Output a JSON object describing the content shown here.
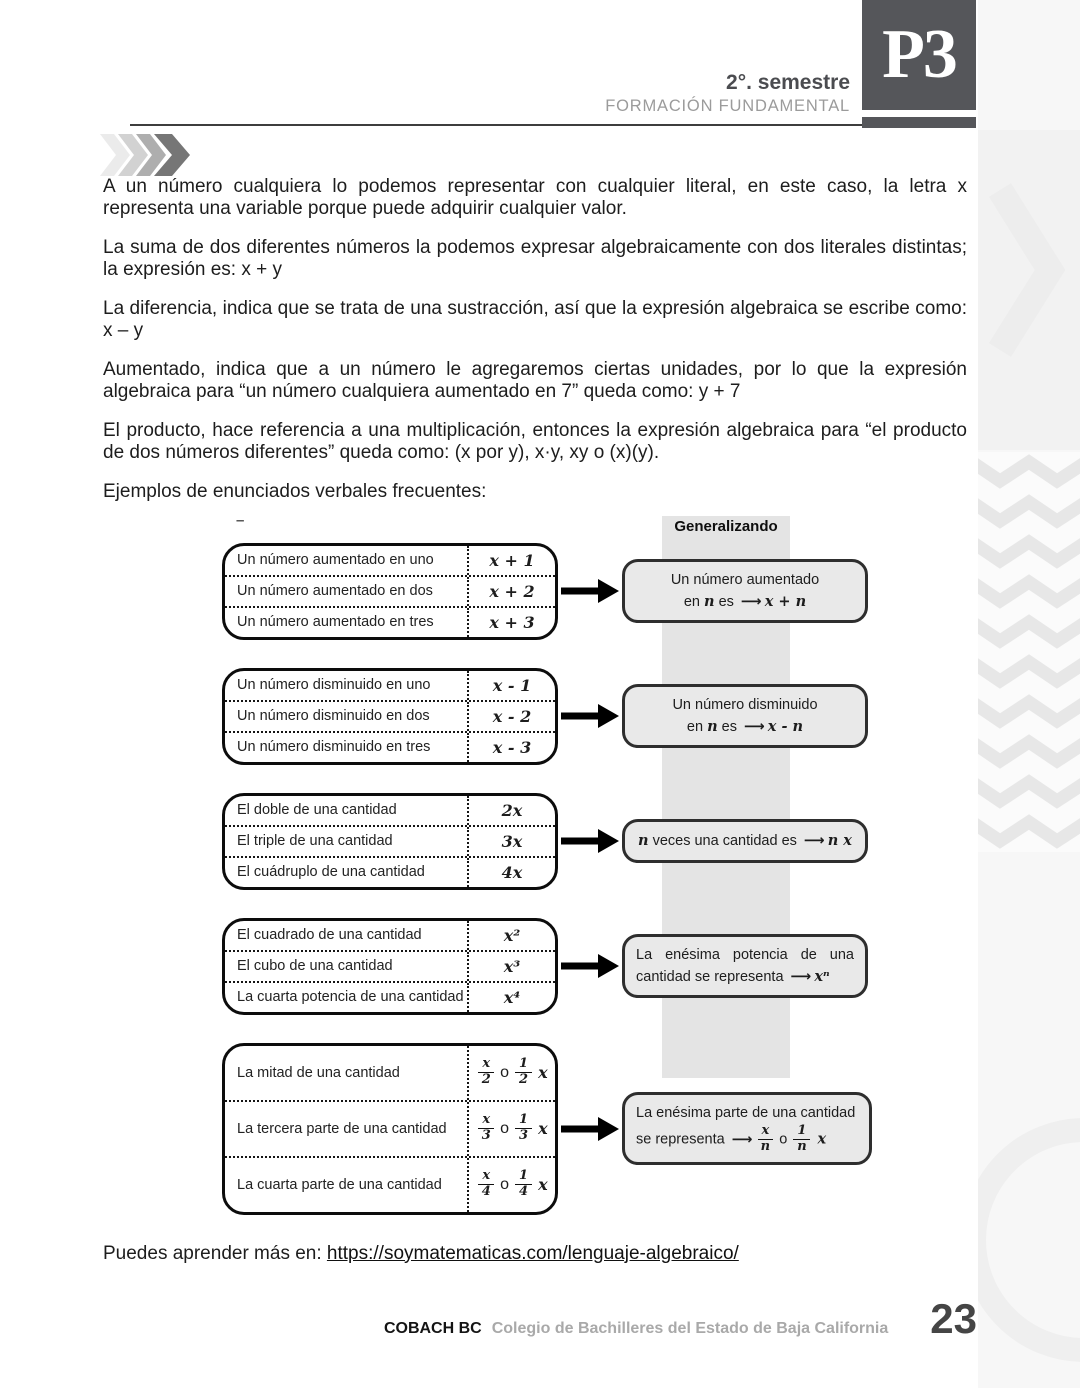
{
  "header": {
    "semester": "2°. semestre",
    "program": "FORMACIÓN FUNDAMENTAL",
    "badge": "P3"
  },
  "intro_paragraphs": [
    "A un número cualquiera lo podemos representar con cualquier literal, en este caso, la letra x representa una variable porque puede adquirir cualquier valor.",
    "La suma de dos diferentes números la podemos expresar algebraicamente con dos literales distintas; la expresión es: x + y",
    "La diferencia, indica que se trata de una sustracción, así que la expresión algebraica se escribe como: x – y",
    "Aumentado, indica que a un número le agregaremos ciertas unidades, por lo que la expresión algebraica para “un número cualquiera aumentado en 7” queda como: y + 7",
    "El producto, hace referencia a una multiplicación, entonces la expresión algebraica para “el producto de dos números diferentes” queda como: (x por y), x·y, xy o (x)(y)."
  ],
  "examples_label": "Ejemplos de enunciados verbales frecuentes:",
  "diagram": {
    "generalizing_label": "Generalizando",
    "stray_mark": "–",
    "groups": [
      {
        "rows": [
          {
            "label": "Un número aumentado en uno",
            "expr": [
              {
                "m": "x + 1"
              }
            ]
          },
          {
            "label": "Un número aumentado en dos",
            "expr": [
              {
                "m": "x + 2"
              }
            ]
          },
          {
            "label": "Un número aumentado en tres",
            "expr": [
              {
                "m": "x + 3"
              }
            ]
          }
        ],
        "general": {
          "align": "center",
          "lines": [
            [
              {
                "t": "Un número aumentado"
              }
            ],
            [
              {
                "t": "en "
              },
              {
                "m": "n"
              },
              {
                "t": " es "
              },
              {
                "a": true
              },
              {
                "m": "x + n"
              }
            ]
          ]
        }
      },
      {
        "rows": [
          {
            "label": "Un número disminuido en uno",
            "expr": [
              {
                "m": "x - 1"
              }
            ]
          },
          {
            "label": "Un número disminuido en dos",
            "expr": [
              {
                "m": "x - 2"
              }
            ]
          },
          {
            "label": "Un número disminuido en tres",
            "expr": [
              {
                "m": "x - 3"
              }
            ]
          }
        ],
        "general": {
          "align": "center",
          "lines": [
            [
              {
                "t": "Un número disminuido"
              }
            ],
            [
              {
                "t": "en "
              },
              {
                "m": "n"
              },
              {
                "t": " es "
              },
              {
                "a": true
              },
              {
                "m": "x - n"
              }
            ]
          ]
        }
      },
      {
        "rows": [
          {
            "label": "El doble de una cantidad",
            "expr": [
              {
                "m": "2x"
              }
            ]
          },
          {
            "label": "El triple de una cantidad",
            "expr": [
              {
                "m": "3x"
              }
            ]
          },
          {
            "label": "El cuádruplo de una cantidad",
            "expr": [
              {
                "m": "4x"
              }
            ]
          }
        ],
        "general": {
          "align": "center",
          "lines": [
            [
              {
                "m": "n"
              },
              {
                "t": " veces una cantidad es "
              },
              {
                "a": true
              },
              {
                "m": "n x"
              }
            ]
          ]
        }
      },
      {
        "rows": [
          {
            "label": "El cuadrado de una cantidad",
            "expr": [
              {
                "m": "x²"
              }
            ]
          },
          {
            "label": "El cubo de una cantidad",
            "expr": [
              {
                "m": "x³"
              }
            ]
          },
          {
            "label": "La cuarta potencia de una cantidad",
            "expr": [
              {
                "m": "x⁴"
              }
            ]
          }
        ],
        "general": {
          "align": "left",
          "justify_first": true,
          "lines": [
            [
              {
                "t": "La enésima potencia de una"
              }
            ],
            [
              {
                "t": "cantidad se representa "
              },
              {
                "a": true
              },
              {
                "m": "xⁿ"
              }
            ]
          ]
        }
      },
      {
        "tall": true,
        "rows": [
          {
            "label": "La mitad de una cantidad",
            "expr": [
              {
                "f": [
                  "x",
                  "2"
                ]
              },
              {
                "t": "o"
              },
              {
                "f": [
                  "1",
                  "2"
                ]
              },
              {
                "m": "x"
              }
            ]
          },
          {
            "label": "La tercera parte de una cantidad",
            "expr": [
              {
                "f": [
                  "x",
                  "3"
                ]
              },
              {
                "t": "o"
              },
              {
                "f": [
                  "1",
                  "3"
                ]
              },
              {
                "m": "x"
              }
            ]
          },
          {
            "label": "La cuarta parte de una cantidad",
            "expr": [
              {
                "f": [
                  "x",
                  "4"
                ]
              },
              {
                "t": "o"
              },
              {
                "f": [
                  "1",
                  "4"
                ]
              },
              {
                "m": "x"
              }
            ]
          }
        ],
        "general": {
          "align": "left",
          "wide": true,
          "lines": [
            [
              {
                "t": "La enésima parte de una cantidad"
              }
            ],
            [
              {
                "t": "se representa "
              },
              {
                "a": true
              },
              {
                "f": [
                  "x",
                  "n"
                ]
              },
              {
                "t": " o "
              },
              {
                "f": [
                  "1",
                  "n"
                ]
              },
              {
                "m": " x"
              }
            ]
          ]
        }
      }
    ]
  },
  "link": {
    "prefix": "Puedes aprender más en: ",
    "url": "https://soymatematicas.com/lenguaje-algebraico/"
  },
  "footer": {
    "brand": "COBACH BC",
    "institution": "Colegio de Bachilleres del Estado de Baja California",
    "page_number": "23"
  },
  "colors": {
    "badge_bg": "#55565a",
    "band": "#e4e4e4",
    "general_box_fill": "#e9e9e9"
  }
}
